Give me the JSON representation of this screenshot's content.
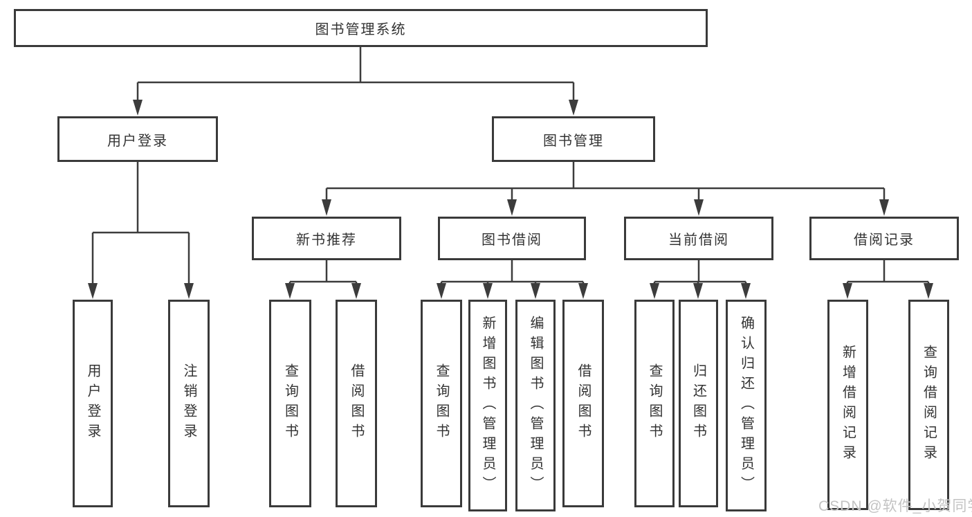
{
  "diagram": {
    "root": {
      "label": "图书管理系统"
    },
    "user_branch": {
      "label": "用户登录",
      "children": [
        {
          "label": "用户登录"
        },
        {
          "label": "注销登录"
        }
      ]
    },
    "book_branch": {
      "label": "图书管理",
      "groups": [
        {
          "label": "新书推荐",
          "children": [
            {
              "label": "查询图书"
            },
            {
              "label": "借阅图书"
            }
          ]
        },
        {
          "label": "图书借阅",
          "children": [
            {
              "label": "查询图书"
            },
            {
              "label": "新增图书（管理员）"
            },
            {
              "label": "编辑图书（管理员）"
            },
            {
              "label": "借阅图书"
            }
          ]
        },
        {
          "label": "当前借阅",
          "children": [
            {
              "label": "查询图书"
            },
            {
              "label": "归还图书"
            },
            {
              "label": "确认归还（管理员）"
            }
          ]
        },
        {
          "label": "借阅记录",
          "children": [
            {
              "label": "新增借阅记录"
            },
            {
              "label": "查询借阅记录"
            }
          ]
        }
      ]
    }
  },
  "colors": {
    "line": "#3c3c3c",
    "border": "#3a3a3a",
    "text": "#333333",
    "watermark": "#c3c3c3",
    "background": "#ffffff"
  },
  "watermark": "CSDN @软件_小贺同学"
}
